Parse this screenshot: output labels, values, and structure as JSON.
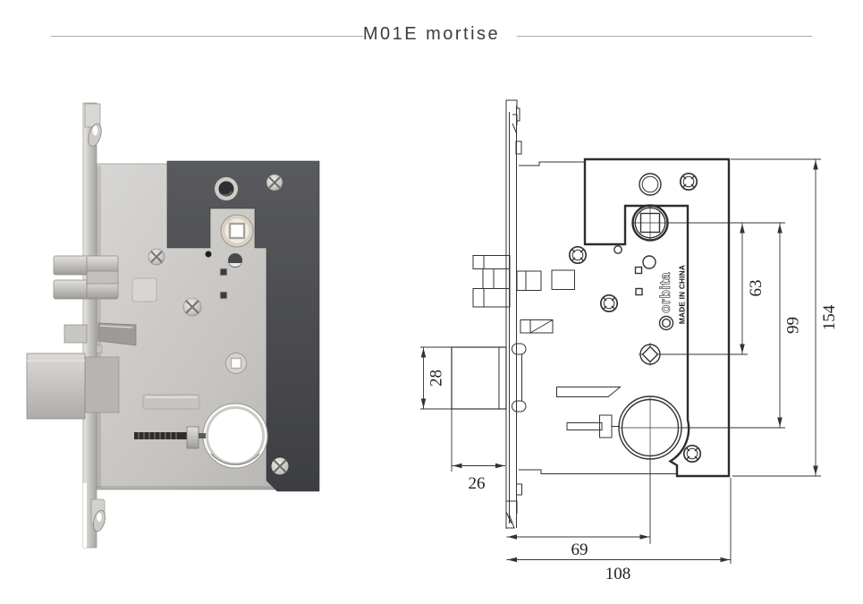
{
  "page": {
    "title": "M01E mortise",
    "background": "#ffffff"
  },
  "drawing": {
    "brand": "orbita",
    "made_in": "MADE IN CHINA",
    "stroke_color": "#333333",
    "dims": {
      "d28": "28",
      "d26": "26",
      "d69": "69",
      "d108": "108",
      "d63": "63",
      "d99": "99",
      "d154": "154"
    }
  },
  "photo": {
    "body_color": "#c6c4c1",
    "plate_color": "#4a4b4f",
    "faceplate_color": "#d6d4d0",
    "accent_dark": "#404145"
  }
}
